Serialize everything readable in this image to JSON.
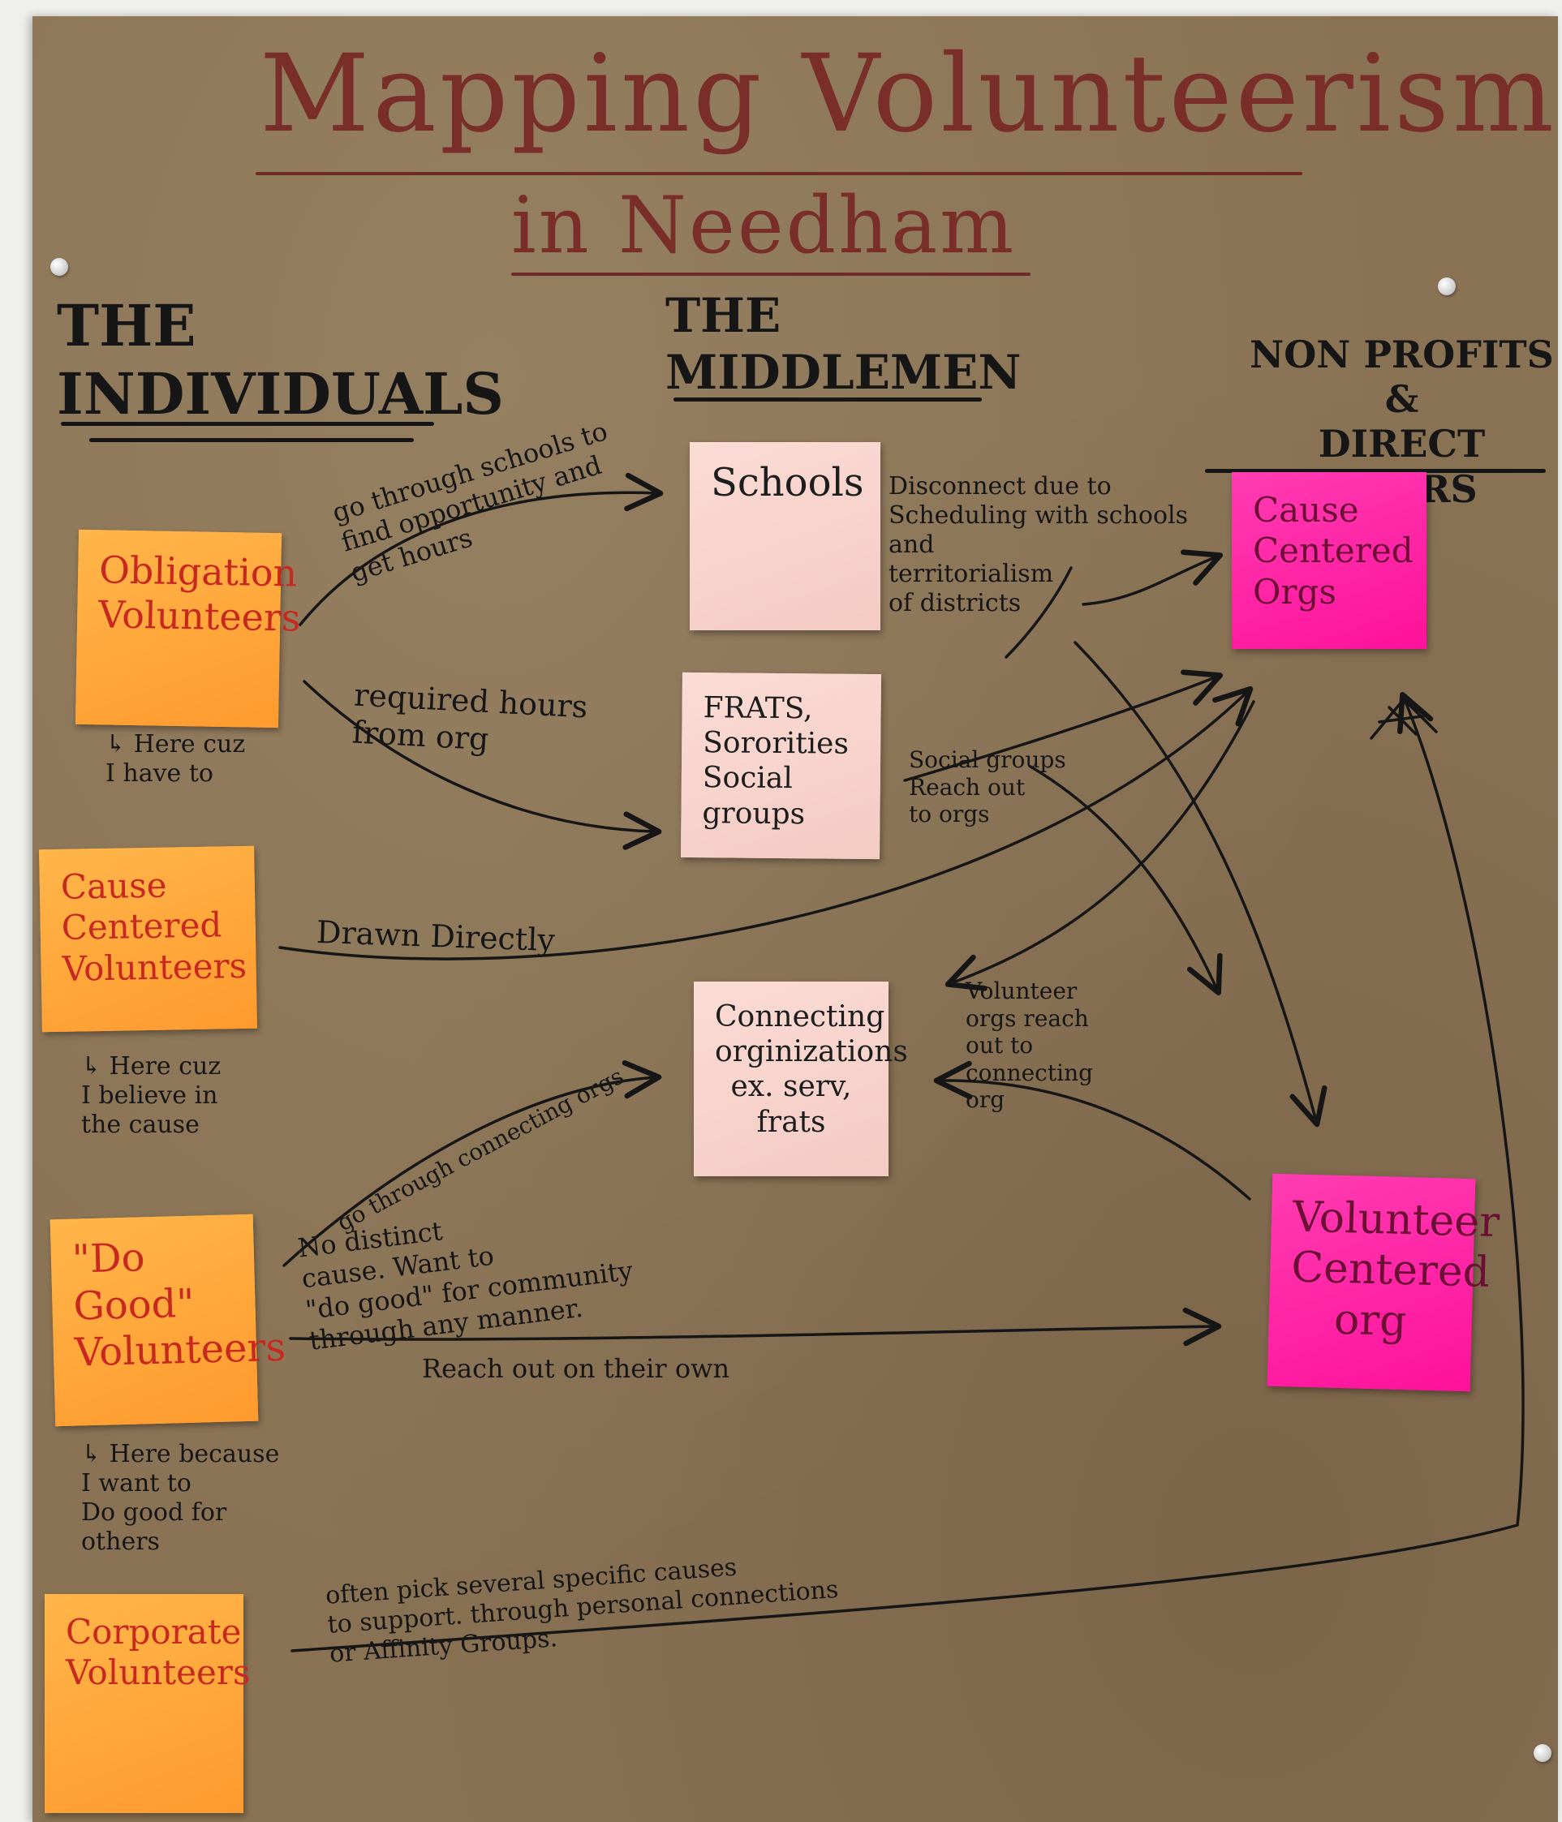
{
  "title": {
    "line1": "Mapping Volunteerism",
    "line2": "in Needham"
  },
  "headings": {
    "individuals": "THE\nINDIVIDUALS",
    "middlemen": "THE\nMIDDLEMEN",
    "nonprofits": "NON PROFITS\n&\nDIRECT DOERS"
  },
  "notes": {
    "obligation": "Obligation\nVolunteers",
    "cause_centered": "Cause\nCentered\nVolunteers",
    "do_good": "\"Do Good\"\nVolunteers",
    "corporate": "Corporate\nVolunteers",
    "schools": "Schools",
    "frats": "FRATS, Sororities\nSocial\ngroups",
    "connecting": "Connecting\norginizations\nex. serv,\nfrats",
    "cause_orgs": "Cause\nCentered\nOrgs",
    "volunteer_org": "Volunteer\nCentered\norg"
  },
  "annotations": {
    "obligation_note": "↳ Here cuz\nI have to",
    "cause_note": "↳ Here cuz\nI believe in\nthe cause",
    "do_good_note": "↳ Here because\nI want to\nDo good for\nothers",
    "through_schools": "go through schools to\nfind opportunity and\nget hours",
    "required_hours": "required hours\nfrom org",
    "disconnect": "Disconnect due to\nScheduling with schools\nand\nterritorialism\nof districts",
    "social_groups": "Social groups\nReach out\nto orgs",
    "drawn_directly": "Drawn Directly",
    "volunteer_orgs_reach": "Volunteer\norgs reach\nout to\nconnecting\norg",
    "through_connecting": "go through connecting orgs",
    "no_distinct": "No distinct\ncause. Want to\n\"do good\" for community\nthrough any manner.",
    "reach_out_own": "Reach out on their own",
    "corporate_note": "often pick several specific causes\nto support. through personal connections\nor Affinity Groups."
  },
  "colors": {
    "paper": "#8a7355",
    "title_ink": "#7a2e2a",
    "ink": "#161616",
    "orange_note": "#ffa033",
    "pink_note": "#f7d3cc",
    "magenta_note": "#ff1aa4",
    "note_ink_red": "#c7281f"
  }
}
